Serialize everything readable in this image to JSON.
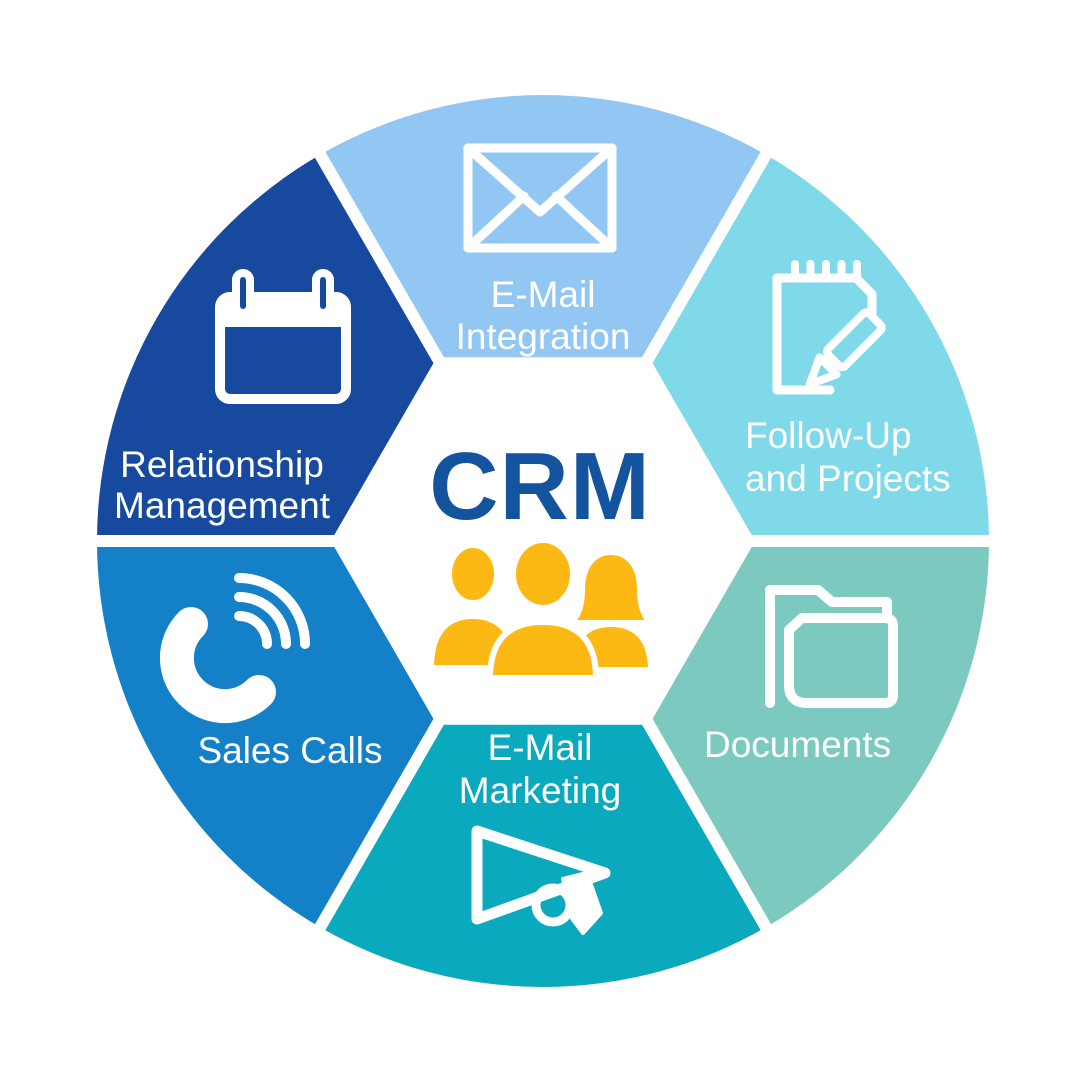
{
  "diagram_title": "CRM",
  "center": {
    "label": "CRM",
    "text_color": "#14549E",
    "icon": "people-group-icon",
    "icon_color": "#FDB913",
    "background_color": "#FFFFFF"
  },
  "label_text_color": "#FFFFFF",
  "segments": [
    {
      "id": "email-integration",
      "position": "top",
      "lines": [
        "E-Mail",
        "Integration"
      ],
      "icon": "envelope-icon",
      "color": "#92C7F4"
    },
    {
      "id": "followup-and-projects",
      "position": "top-right",
      "lines": [
        "Follow-Up",
        "and Projects"
      ],
      "icon": "notepad-pencil-icon",
      "color": "#7FD9E8"
    },
    {
      "id": "documents",
      "position": "bottom-right",
      "lines": [
        "Documents"
      ],
      "icon": "folder-icon",
      "color": "#7CC9BF"
    },
    {
      "id": "email-marketing",
      "position": "bottom",
      "lines": [
        "E-Mail",
        "Marketing"
      ],
      "icon": "megaphone-icon",
      "color": "#0AA9BE"
    },
    {
      "id": "sales-calls",
      "position": "bottom-left",
      "lines": [
        "Sales Calls"
      ],
      "icon": "phone-icon",
      "color": "#1480C8"
    },
    {
      "id": "relationship-management",
      "position": "top-left",
      "lines": [
        "Relationship",
        "Management"
      ],
      "icon": "calendar-icon",
      "color": "#174A9E"
    }
  ]
}
